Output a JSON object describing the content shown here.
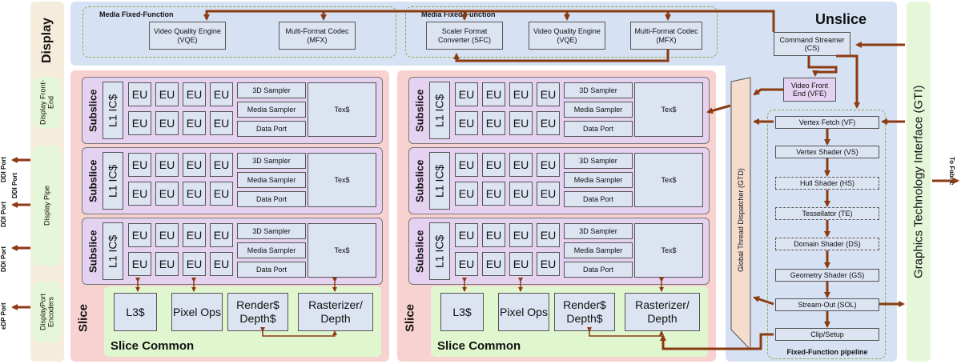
{
  "display": {
    "title": "Display",
    "blocks": [
      "Display Front-End",
      "Display Pipe",
      "DisplayPort Encoders"
    ],
    "ports": [
      "DDI Port",
      "DDI Port",
      "DDI Port",
      "eDP Port"
    ]
  },
  "media_left": {
    "label": "Media Fixed-Function",
    "units": [
      "Video Quality Engine (VQE)",
      "Multi-Format Codec (MFX)"
    ]
  },
  "media_right": {
    "label": "Media Fixed-Function",
    "units": [
      "Scaler Format Converter (SFC)",
      "Video Quality Engine (VQE)",
      "Multi-Format Codec (MFX)"
    ]
  },
  "slice": {
    "label": "Slice",
    "subslice_label": "Subslice",
    "icache": "L1 IC$",
    "eu": "EU",
    "samplers": [
      "3D Sampler",
      "Media Sampler",
      "Data Port"
    ],
    "tex": "Tex$",
    "common_label": "Slice Common",
    "common_units": [
      "L3$",
      "Pixel Ops",
      "Render$ Depth$",
      "Rasterizer/ Depth"
    ]
  },
  "unslice": {
    "title": "Unslice",
    "command_streamer": "Command Streamer (CS)",
    "vfe": "Video Front End (VFE)",
    "gtd": "Global Thread Dispatcher (GTD)",
    "pipeline": [
      "Vertex Fetch (VF)",
      "Vertex Shader (VS)",
      "Hull Shader (HS)",
      "Tessellator (TE)",
      "Domain Shader (DS)",
      "Geometry Shader (GS)",
      "Stream-Out (SOL)",
      "Clip/Setup"
    ],
    "pipeline_label": "Fixed-Function pipeline"
  },
  "gti": {
    "label": "Graphics Technology Interface (GTI)",
    "fabric": "To Fabric"
  },
  "colors": {
    "arrow": "#8b3a12",
    "slice_bg": "#f8d2d0",
    "subslice_bg": "#e4d2f0",
    "common_bg": "#e0f6cf",
    "unslice_bg": "#d6e2f4",
    "display_bg": "#f5ecdc",
    "gti_bg": "#e6f6d8",
    "unit_bg": "#dce3f1",
    "media_border": "#8aa84a"
  }
}
